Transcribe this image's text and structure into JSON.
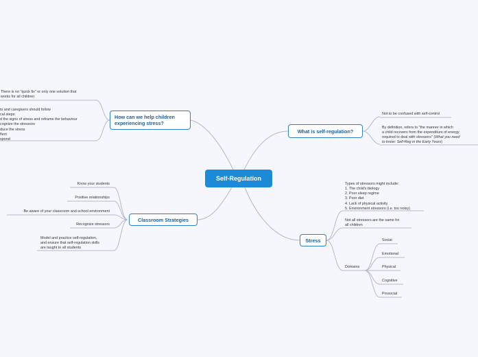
{
  "central": {
    "label": "Self-Regulation"
  },
  "topics": {
    "what": {
      "label": "What is self-regulation?"
    },
    "stress": {
      "label": "Stress"
    },
    "help": {
      "lines": [
        "How can we help children",
        "experiencing stress?"
      ]
    },
    "classroom": {
      "label": "Classroom Strategies"
    }
  },
  "what_leaves": {
    "not_confused": "Not to be confused with self-control",
    "definition": {
      "lines": [
        "By definition, refers to \"the manner in which",
        "a child recovers from the expenditure of energy",
        "required to deal with stressors\" ("
      ],
      "italic_part": "What you need",
      "line4_italic": "to know: Self-Reg in the Early Years",
      "line4_end": ")"
    }
  },
  "stress_leaves": {
    "types": [
      "Types of stressors might include:",
      "1.  The child's biology",
      "2. Poor sleep regime",
      "3. Poor diet",
      "4. Lack of physical activity",
      "5. Environment stressors (i.e. too noisy)"
    ],
    "not_same": [
      "Not all stressors are the same for",
      "all children"
    ],
    "domains_label": "Domains",
    "domains": [
      "Social",
      "Emotional",
      "Physical",
      "Cognitive",
      "Prosocial"
    ]
  },
  "help_leaves": {
    "no_quick_fix": [
      "There is no \"quick fix\" or only one solution that",
      "works for all children"
    ],
    "steps": [
      "ts and caregivers should follow",
      "cal steps:",
      "d the signs of stress and reframe the behaviour",
      "cognize the stressors",
      "duce the stress",
      "flect",
      "spond"
    ]
  },
  "classroom_leaves": {
    "items": [
      "Know your students",
      "Positive relationships",
      "Be aware of your classroom and school environment",
      "Recognize stressors"
    ],
    "model": [
      "Model and practice self-regulation,",
      "and ensure that self-regulation skills",
      "are taught to all students"
    ]
  },
  "colors": {
    "central_fill": "#1c8ad6",
    "topic_border": "#2e7fc2",
    "topic_text": "#1a5f9e",
    "connector": "#b3b9cc",
    "background": "#f5f7fd"
  }
}
